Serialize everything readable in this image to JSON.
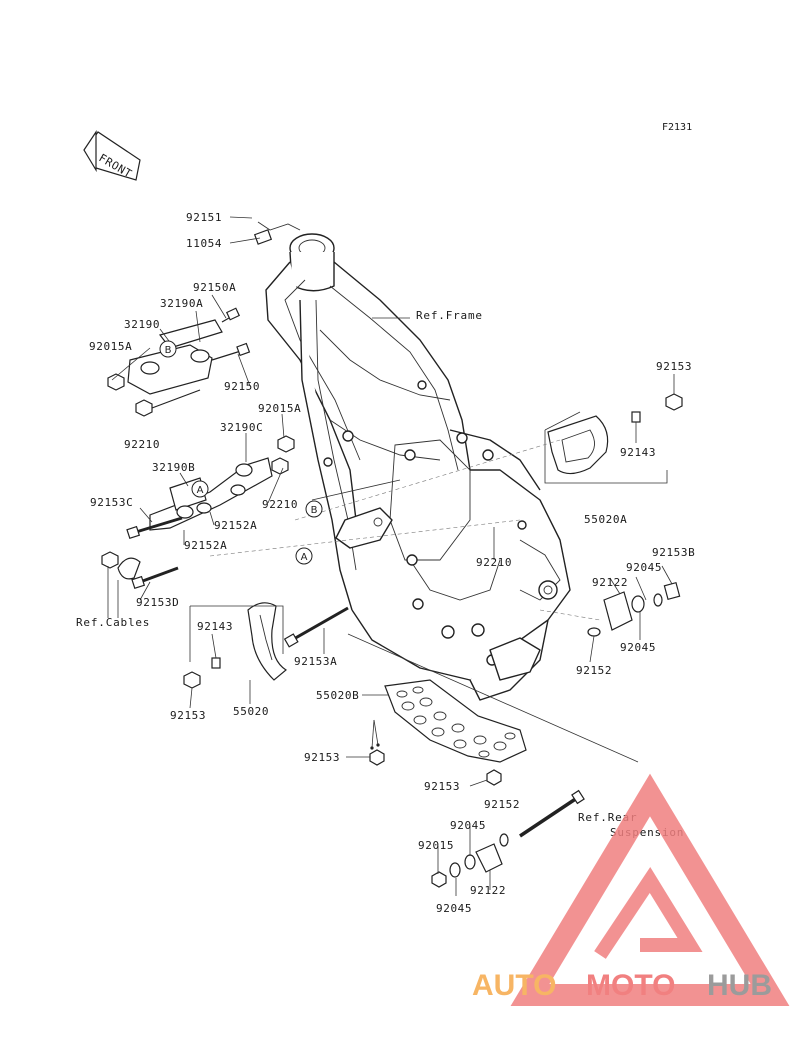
{
  "diagram_code": "F2131",
  "front_label": "FRONT",
  "refs": {
    "frame": "Ref.Frame",
    "cables": "Ref.Cables",
    "rear_suspension_1": "Ref.Rear",
    "rear_suspension_2": "Suspension"
  },
  "bubbles": {
    "a": "A",
    "b": "B"
  },
  "parts": {
    "p92151": "92151",
    "p11054": "11054",
    "p92150A": "92150A",
    "p32190A": "32190A",
    "p32190": "32190",
    "p92015A_1": "92015A",
    "p92150": "92150",
    "p92015A_2": "92015A",
    "p32190C": "32190C",
    "p92210_1": "92210",
    "p32190B": "32190B",
    "p92153C": "92153C",
    "p92210_2": "92210",
    "p92152A_1": "92152A",
    "p92152A_2": "92152A",
    "p92153D": "92153D",
    "p92143_l": "92143",
    "p92153A": "92153A",
    "p92153_l": "92153",
    "p55020": "55020",
    "p55020B": "55020B",
    "p92153_s1": "92153",
    "p92153_s2": "92153",
    "p92152_b": "92152",
    "p92153_r": "92153",
    "p92143_r": "92143",
    "p55020A": "55020A",
    "p92210_3": "92210",
    "p92153B": "92153B",
    "p92045_1": "92045",
    "p92122_1": "92122",
    "p92045_2": "92045",
    "p92152_r": "92152",
    "p92045_3": "92045",
    "p92015": "92015",
    "p92122_2": "92122",
    "p92045_4": "92045"
  },
  "watermark": {
    "part1": "AUTO",
    "part2": "MOTO",
    "part3": "HUB",
    "color1": "#f6a94a",
    "color2": "#ef6b6b",
    "color3": "#8a8a8a",
    "triangle_color": "#f08080"
  }
}
